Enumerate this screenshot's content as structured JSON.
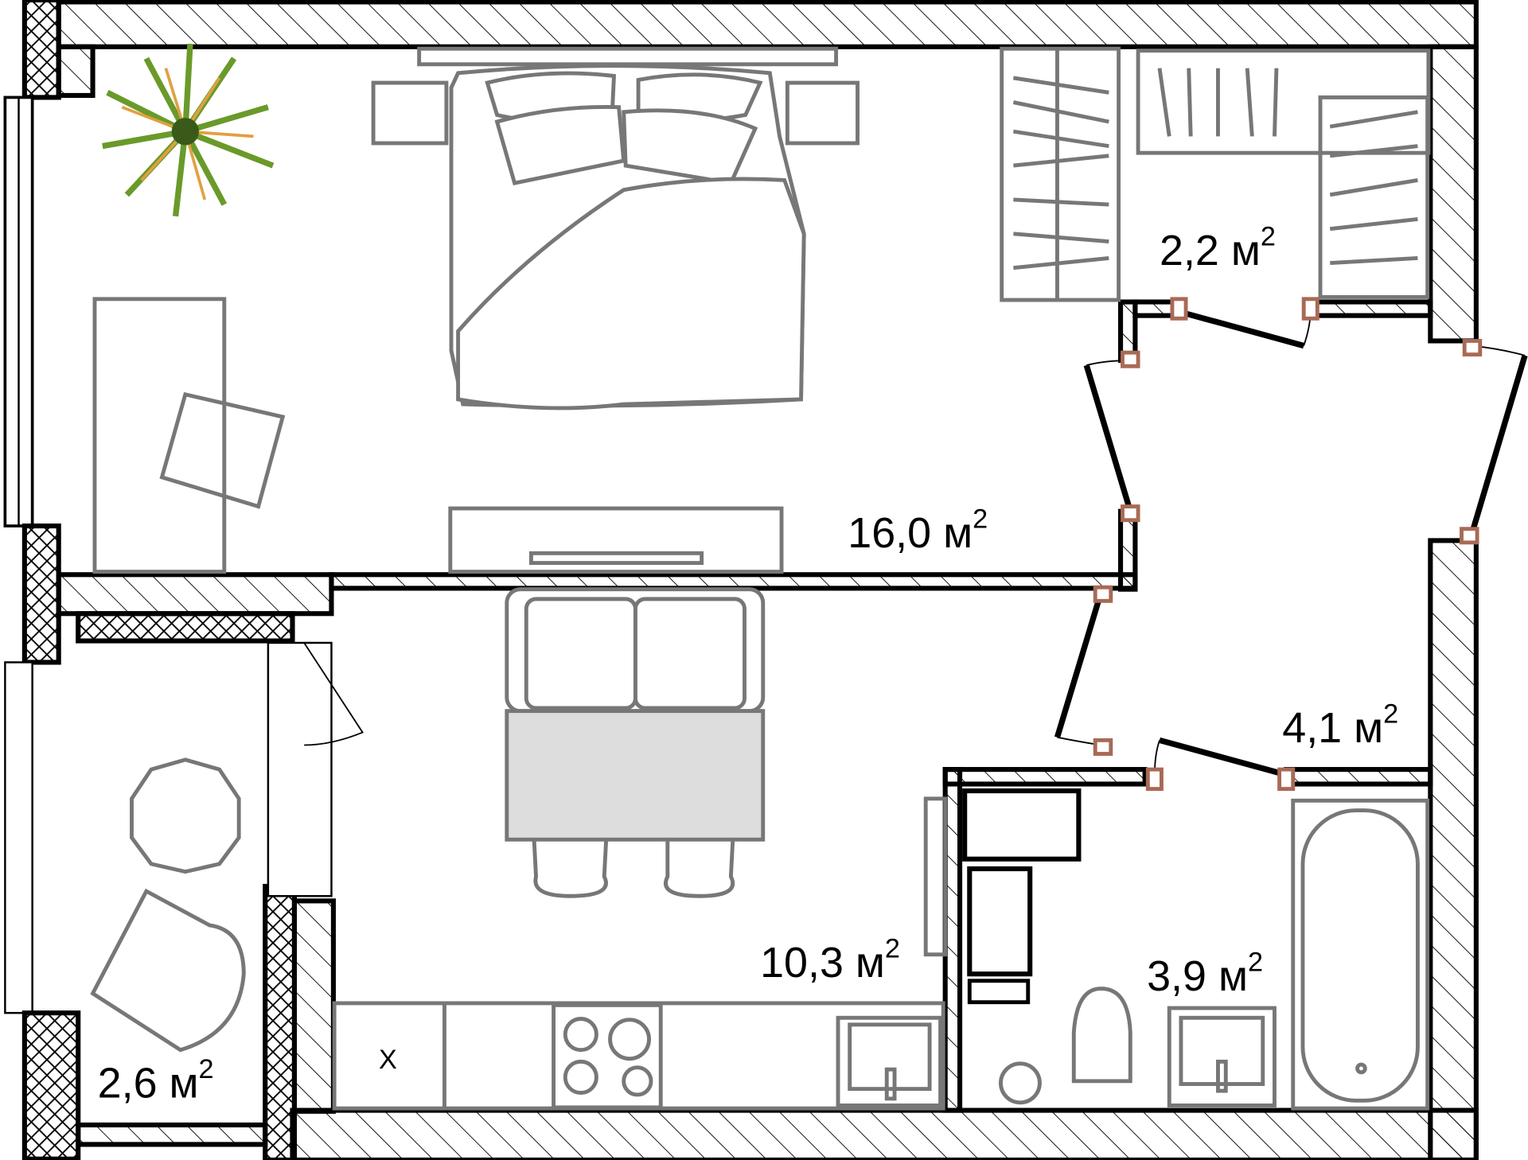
{
  "plan": {
    "rooms": [
      {
        "id": "bedroom",
        "area": "16,0",
        "unit": "м",
        "exp": "2"
      },
      {
        "id": "wardrobe",
        "area": "2,2",
        "unit": "м",
        "exp": "2"
      },
      {
        "id": "hall",
        "area": "4,1",
        "unit": "м",
        "exp": "2"
      },
      {
        "id": "kitchen-living",
        "area": "10,3",
        "unit": "м",
        "exp": "2"
      },
      {
        "id": "bathroom",
        "area": "3,9",
        "unit": "м",
        "exp": "2"
      },
      {
        "id": "balcony",
        "area": "2,6",
        "unit": "м",
        "exp": "2"
      }
    ],
    "kitchen_cabinet_mark": "X",
    "colors": {
      "wall": "#000000",
      "furniture": "#777777",
      "table": "#dddddd",
      "hinge": "#a86a55",
      "plant_green": "#6a9a2a",
      "plant_orange": "#e0a040"
    }
  }
}
